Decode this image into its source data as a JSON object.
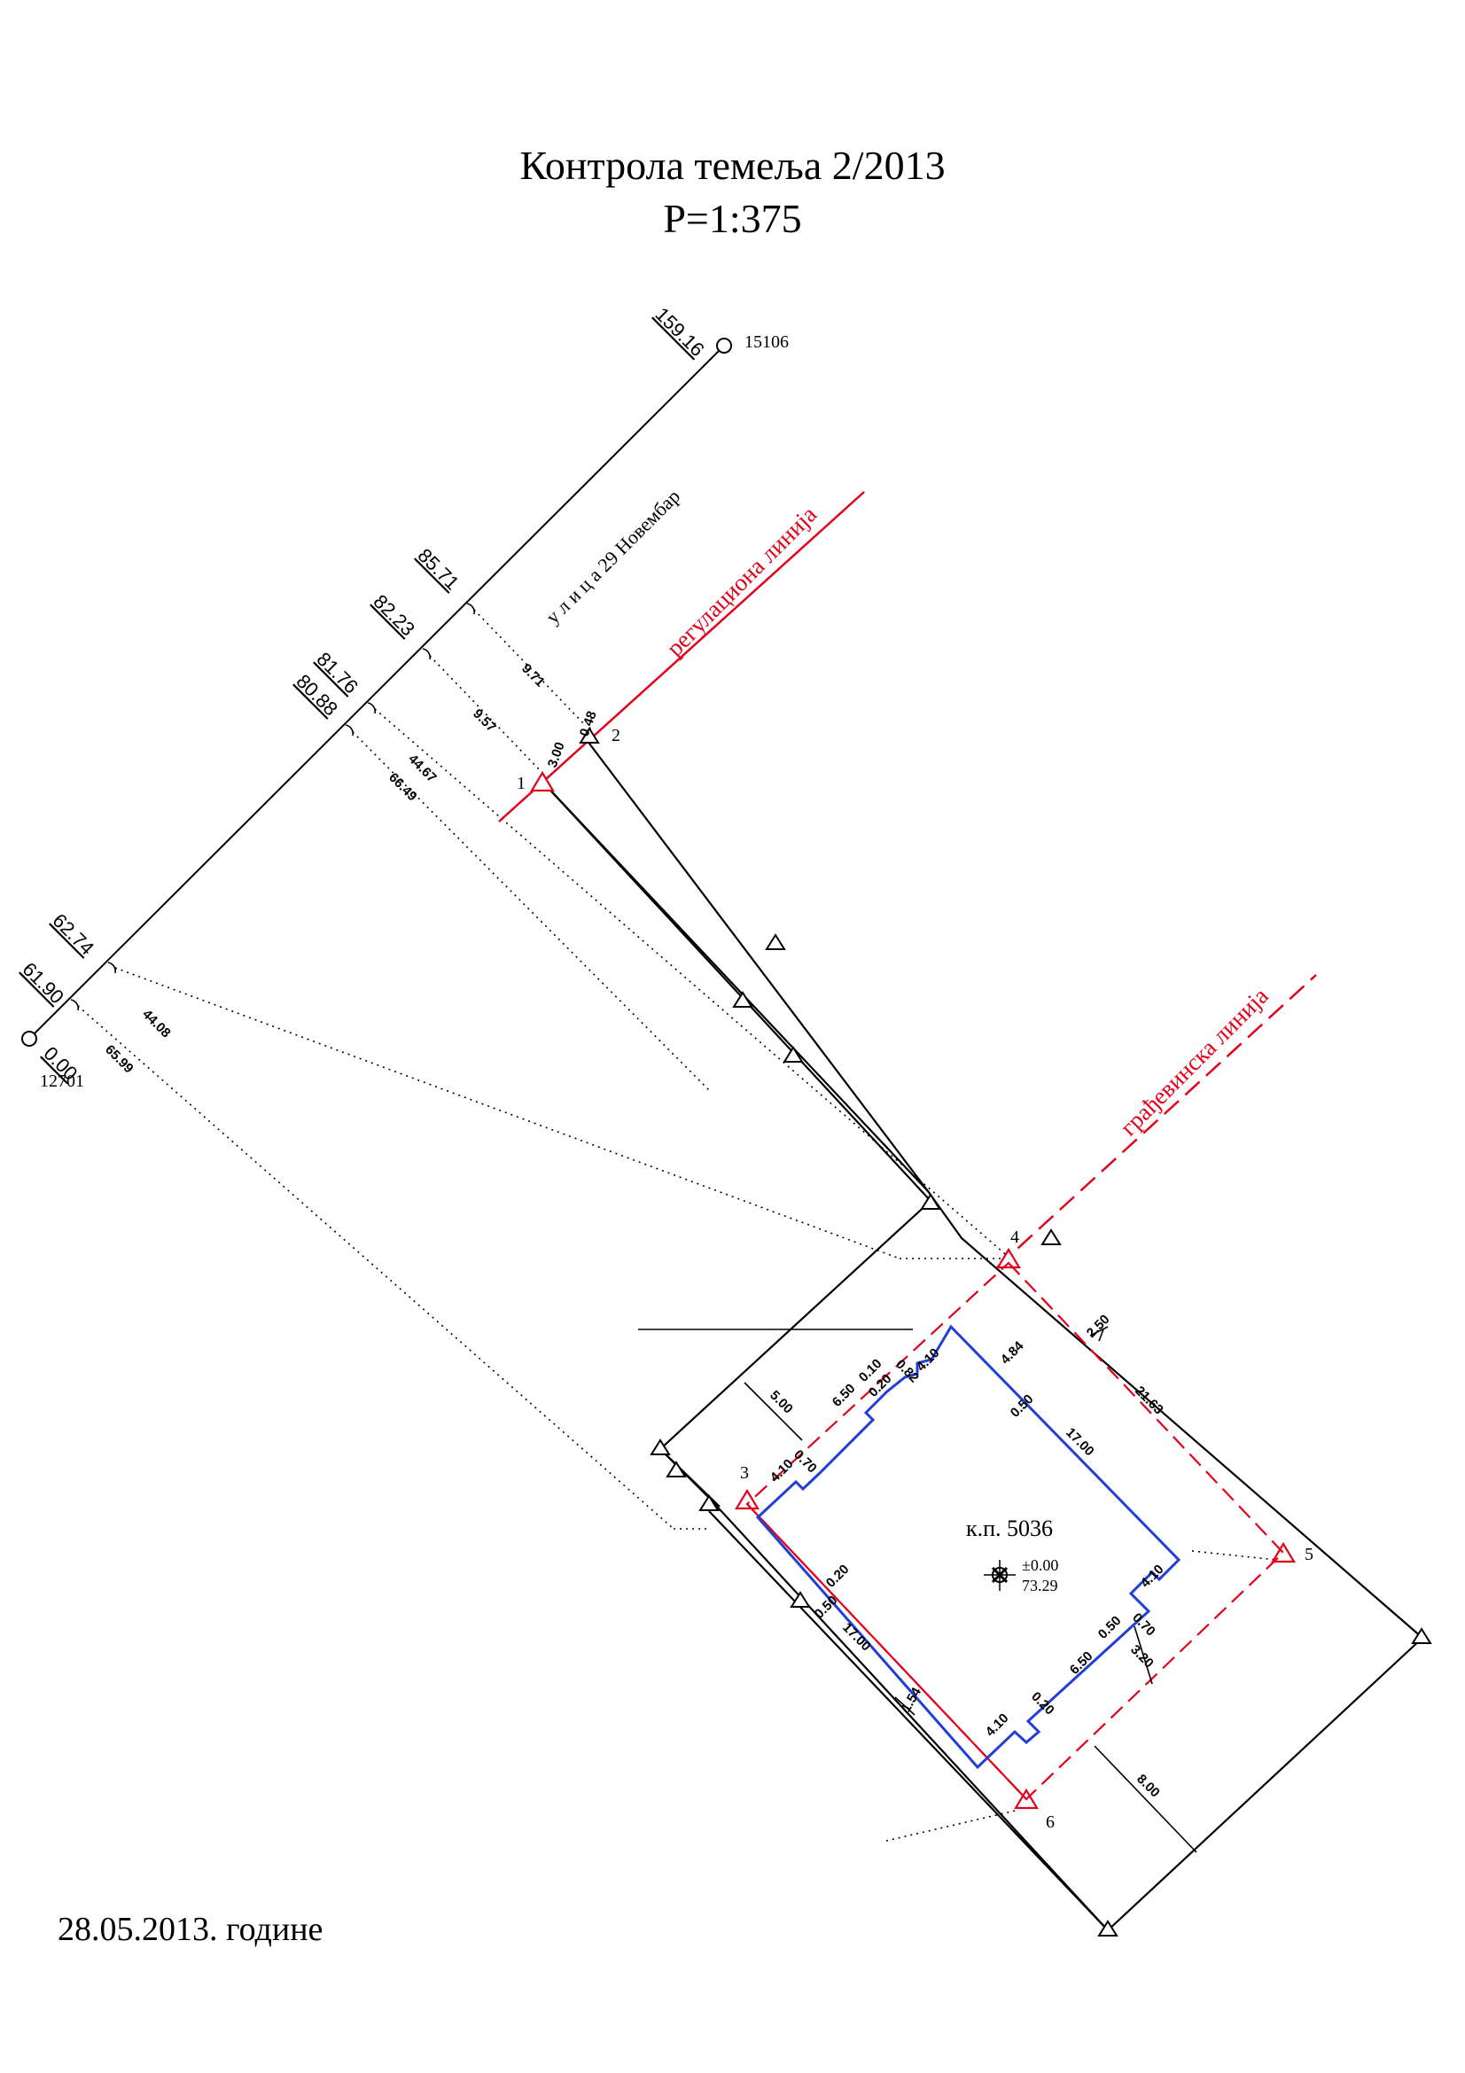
{
  "title": {
    "line1": "Контрола темеља   2/2013",
    "line2": "P=1:375"
  },
  "date": "28.05.2013. године",
  "labels": {
    "street": "у л и ц а   29 Новембар",
    "regulation_line": "регулациона линија",
    "building_line": "грађевинска линија",
    "parcel": "к.п. 5036",
    "elevation_zero": "±0.00",
    "elevation_value": "73.29"
  },
  "stations": {
    "top": "15106",
    "bottom": "12701"
  },
  "chainage": [
    "0.00",
    "61.90",
    "62.74",
    "80.88",
    "81.76",
    "82.23",
    "85.71",
    "159.16"
  ],
  "offsets": [
    "9.71",
    "9.57",
    "44.67",
    "66.49",
    "44.08",
    "65.99"
  ],
  "points": [
    "1",
    "2",
    "3",
    "4",
    "5",
    "6"
  ],
  "point1_dims": [
    "3.00",
    "0.48"
  ],
  "dims": {
    "d250": "2.50",
    "d2163": "21.63",
    "d500": "5.00",
    "d800": "8.00",
    "d154": "1.54",
    "d484": "4.84",
    "d1700a": "17.00",
    "d1700b": "17.00",
    "d410a": "4.10",
    "d410b": "4.10",
    "d410c": "4.10",
    "d410d": "4.10",
    "d650a": "6.50",
    "d650b": "6.50",
    "d070a": "0.70",
    "d070b": "0.70",
    "d020a": "0.20",
    "d020b": "0.20",
    "d050a": "0.50",
    "d050b": "0.50",
    "d320": "3.20",
    "d010": "0.10",
    "d082": "0.82",
    "d050x": "0.50",
    "d020x": "0.20"
  },
  "colors": {
    "regulation": "#e3001b",
    "building_outline": "#1f3fd6",
    "line": "#000000"
  }
}
